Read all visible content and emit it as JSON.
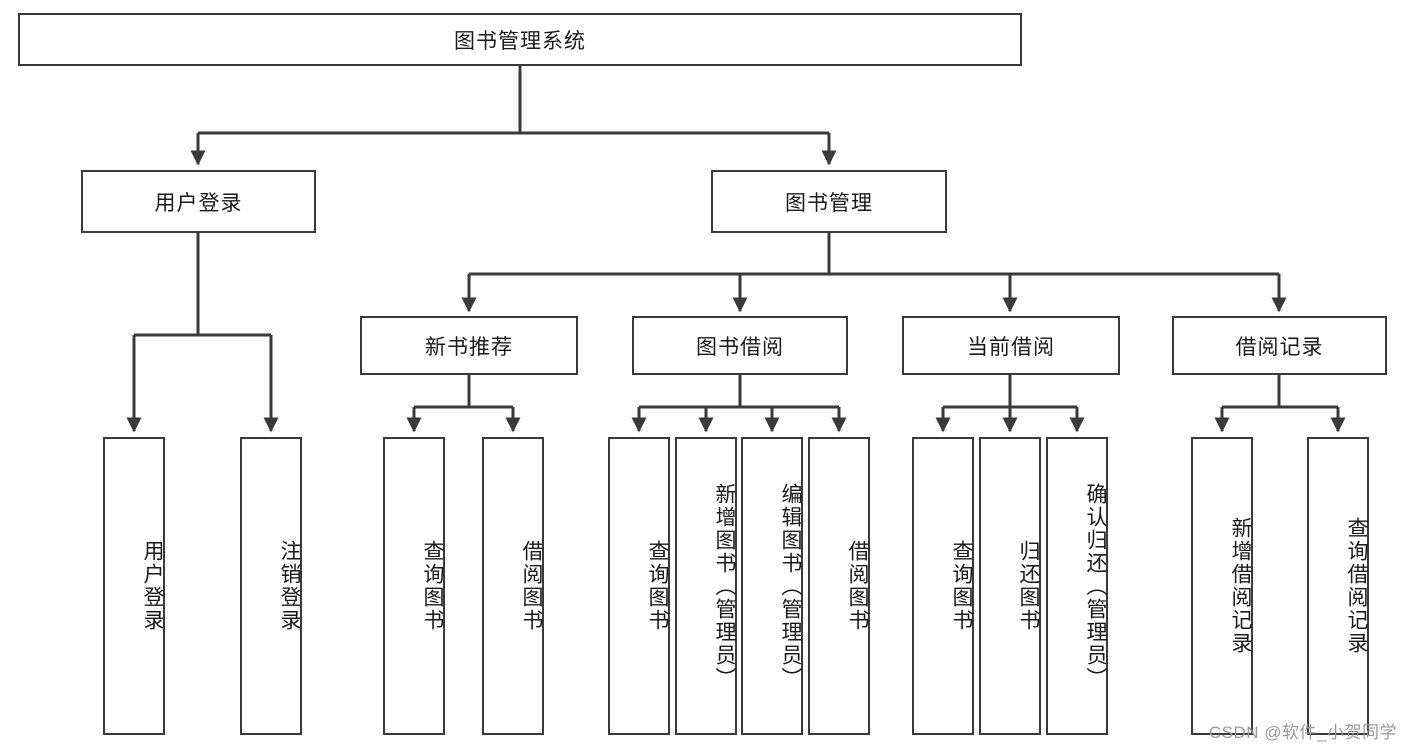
{
  "diagram": {
    "title": "图书管理系统",
    "type": "tree",
    "levels": 4,
    "root": {
      "id": "root",
      "label": "图书管理系统",
      "orientation": "horizontal"
    },
    "level2": [
      {
        "id": "user-login",
        "label": "用户登录",
        "orientation": "horizontal"
      },
      {
        "id": "book-management",
        "label": "图书管理",
        "orientation": "horizontal"
      }
    ],
    "level3": [
      {
        "id": "new-book-recommend",
        "label": "新书推荐",
        "orientation": "horizontal",
        "parent": "book-management"
      },
      {
        "id": "book-borrow",
        "label": "图书借阅",
        "orientation": "horizontal",
        "parent": "book-management"
      },
      {
        "id": "current-borrow",
        "label": "当前借阅",
        "orientation": "horizontal",
        "parent": "book-management"
      },
      {
        "id": "borrow-record",
        "label": "借阅记录",
        "orientation": "horizontal",
        "parent": "book-management"
      }
    ],
    "leaves": [
      {
        "id": "leaf-user-login",
        "label": "用户登录",
        "orientation": "vertical",
        "parent": "user-login"
      },
      {
        "id": "leaf-user-logout",
        "label": "注销登录",
        "orientation": "vertical",
        "parent": "user-login"
      },
      {
        "id": "leaf-query-book-1",
        "label": "查询图书",
        "orientation": "vertical",
        "parent": "new-book-recommend"
      },
      {
        "id": "leaf-borrow-book-1",
        "label": "借阅图书",
        "orientation": "vertical",
        "parent": "new-book-recommend"
      },
      {
        "id": "leaf-query-book-2",
        "label": "查询图书",
        "orientation": "vertical",
        "parent": "book-borrow"
      },
      {
        "id": "leaf-add-book",
        "label": "新增图书（管理员）",
        "orientation": "vertical",
        "parent": "book-borrow"
      },
      {
        "id": "leaf-edit-book",
        "label": "编辑图书（管理员）",
        "orientation": "vertical",
        "parent": "book-borrow"
      },
      {
        "id": "leaf-borrow-book-2",
        "label": "借阅图书",
        "orientation": "vertical",
        "parent": "book-borrow"
      },
      {
        "id": "leaf-query-book-3",
        "label": "查询图书",
        "orientation": "vertical",
        "parent": "current-borrow"
      },
      {
        "id": "leaf-return-book",
        "label": "归还图书",
        "orientation": "vertical",
        "parent": "current-borrow"
      },
      {
        "id": "leaf-confirm-return",
        "label": "确认归还（管理员）",
        "orientation": "vertical",
        "parent": "current-borrow"
      },
      {
        "id": "leaf-add-record",
        "label": "新增借阅记录",
        "orientation": "vertical",
        "parent": "borrow-record"
      },
      {
        "id": "leaf-query-record",
        "label": "查询借阅记录",
        "orientation": "vertical",
        "parent": "borrow-record"
      }
    ],
    "colors": {
      "border": "#3a3a3a",
      "background": "#ffffff",
      "text": "#1a1a1a",
      "edge": "#3a3a3a",
      "watermark": "#9a9a9a"
    }
  },
  "watermark": {
    "text": "CSDN @软件_小贺同学"
  }
}
